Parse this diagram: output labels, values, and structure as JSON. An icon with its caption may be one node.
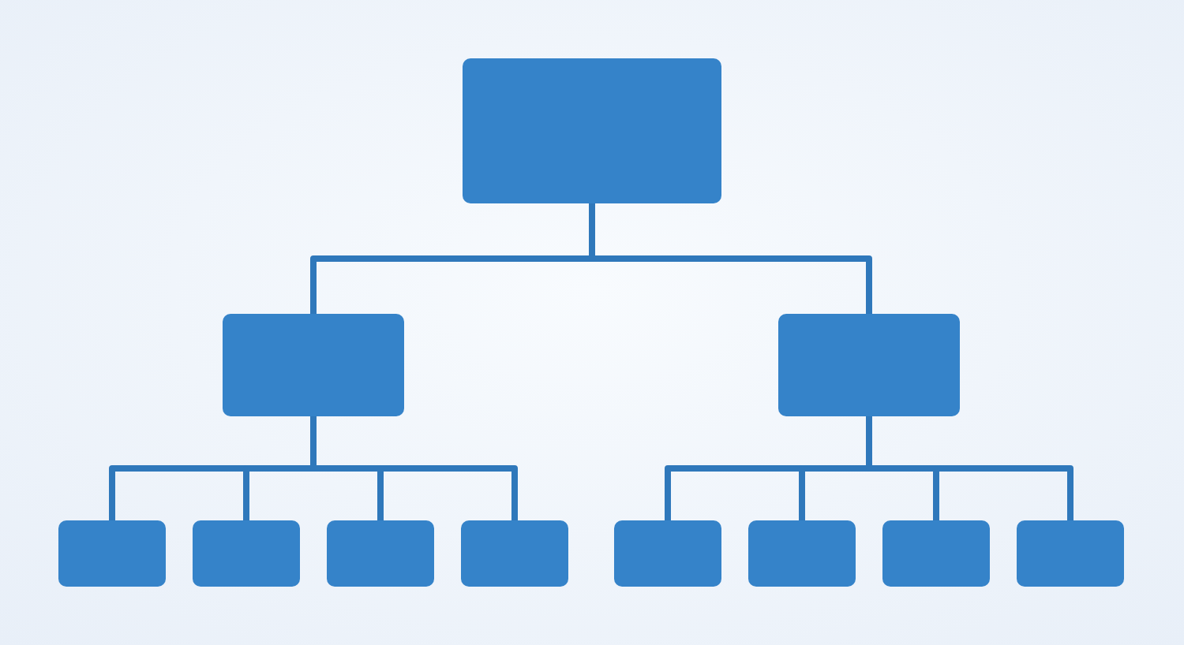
{
  "diagram": {
    "nodes": [
      {
        "text": [],
        "shape": "box"
      },
      {
        "text": [],
        "shape": "box"
      },
      {
        "text": [],
        "shape": "box"
      },
      {
        "text": [],
        "shape": "box"
      },
      {
        "text": [],
        "shape": "box"
      },
      {
        "text": [],
        "shape": "box"
      },
      {
        "text": [],
        "shape": "box"
      },
      {
        "text": [],
        "shape": "box"
      },
      {
        "text": [],
        "shape": "box"
      },
      {
        "text": [],
        "shape": "box"
      },
      {
        "text": [],
        "shape": "box"
      }
    ],
    "edges": [
      {
        "from": 0,
        "to": 1,
        "arrow": "none"
      },
      {
        "from": 0,
        "to": 2,
        "arrow": "none"
      },
      {
        "from": 1,
        "to": 3,
        "arrow": "none"
      },
      {
        "from": 1,
        "to": 4,
        "arrow": "none"
      },
      {
        "from": 1,
        "to": 5,
        "arrow": "none"
      },
      {
        "from": 1,
        "to": 6,
        "arrow": "none"
      },
      {
        "from": 2,
        "to": 7,
        "arrow": "none"
      },
      {
        "from": 2,
        "to": 8,
        "arrow": "none"
      },
      {
        "from": 2,
        "to": 9,
        "arrow": "none"
      },
      {
        "from": 2,
        "to": 10,
        "arrow": "none"
      }
    ]
  }
}
